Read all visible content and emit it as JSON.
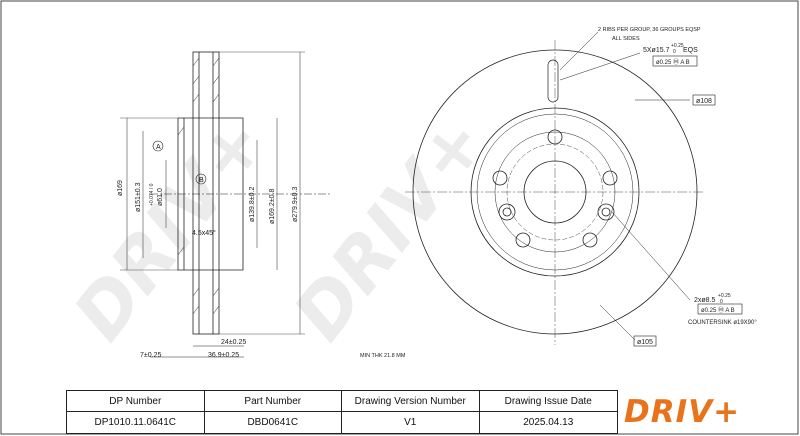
{
  "annotations": {
    "ribs_note_1": "2 RIBS PER GROUP, 36 GROUPS EQSP",
    "ribs_note_2": "ALL SIDES",
    "holes_5_label": "5Xø15.7",
    "holes_5_tol": "+0.25",
    "holes_5_tol_lower": "0",
    "holes_5_eqs": "EQS",
    "holes_5_fcf": "ø0.25 Ⓜ A B",
    "pcd": "ø108",
    "holes_2_label": "2xø8.5",
    "holes_2_tol": "+0.25",
    "holes_2_tol_lower": "0",
    "holes_2_fcf": "ø0.25 Ⓜ A B",
    "countersink": "COUNTERSINK ø19X90°",
    "center_dia": "ø105",
    "min_thk": "MIN THK 21.8 MM",
    "dia_169": "ø169",
    "dia_151": "ø151±0.3",
    "dia_61": "ø61.0",
    "dia_61_tol": "+0.074 / 0",
    "datum_a": "A",
    "datum_b": "B",
    "chamfer": "4.5x45°",
    "dia_139": "ø139.8±0.2",
    "dia_169_2": "ø169.2±0.8",
    "dia_279": "ø279.9±0.3",
    "width_24": "24±0.25",
    "width_7": "7±0.25",
    "width_36": "36.9±0.25"
  },
  "watermark": "DRIV+",
  "title_block": {
    "headers": [
      "DP Number",
      "Part Number",
      "Drawing Version Number",
      "Drawing Issue Date"
    ],
    "values": [
      "DP1010.11.0641C",
      "DBD0641C",
      "V1",
      "2025.04.13"
    ]
  },
  "logo": "DRIV+",
  "colors": {
    "logo": "#e8731a",
    "line": "#222222",
    "watermark": "#ececec"
  }
}
